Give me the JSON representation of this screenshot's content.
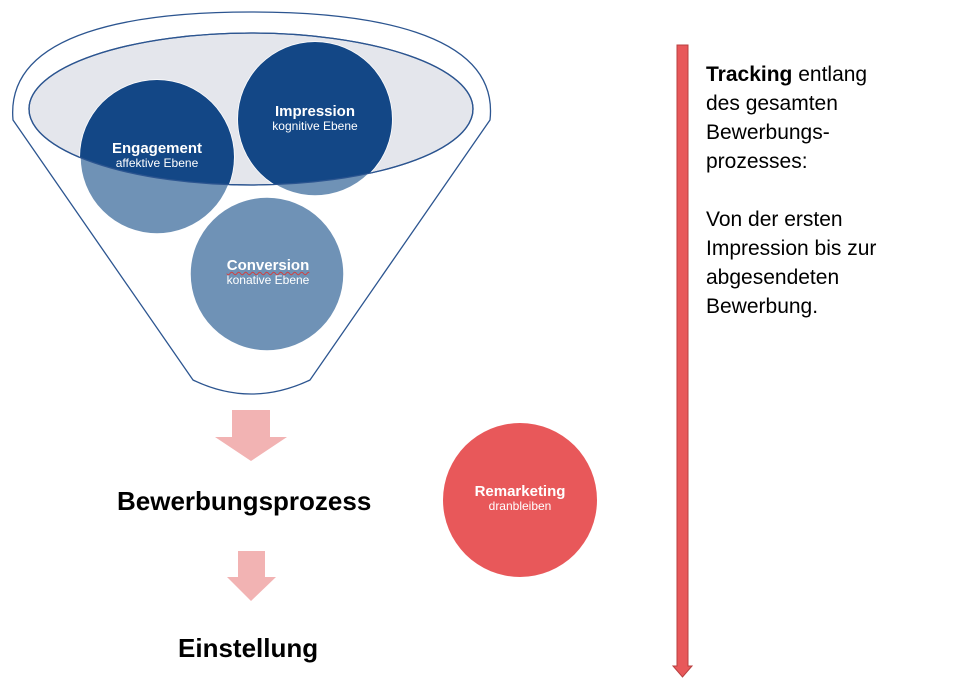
{
  "funnel": {
    "impression": {
      "title": "Impression",
      "subtitle": "kognitive Ebene"
    },
    "engagement": {
      "title": "Engagement",
      "subtitle": "affektive Ebene"
    },
    "conversion": {
      "title": "Conversion",
      "subtitle": "konative Ebene"
    }
  },
  "steps": {
    "process": "Bewerbungsprozess",
    "hiring": "Einstellung"
  },
  "remarketing": {
    "title": "Remarketing",
    "subtitle": "dranbleiben"
  },
  "side_text": {
    "bold": "Tracking",
    "line1": " entlang des gesamten Bewerbungs-prozesses:",
    "line2": "Von der ersten Impression bis zur abgesendeten Bewerbung."
  },
  "colors": {
    "dark_blue": "#134786",
    "light_blue": "#6f92b6",
    "ellipse": "#e4e6ec",
    "red": "#e8585a",
    "pink_arrow": "#f2b3b3"
  }
}
